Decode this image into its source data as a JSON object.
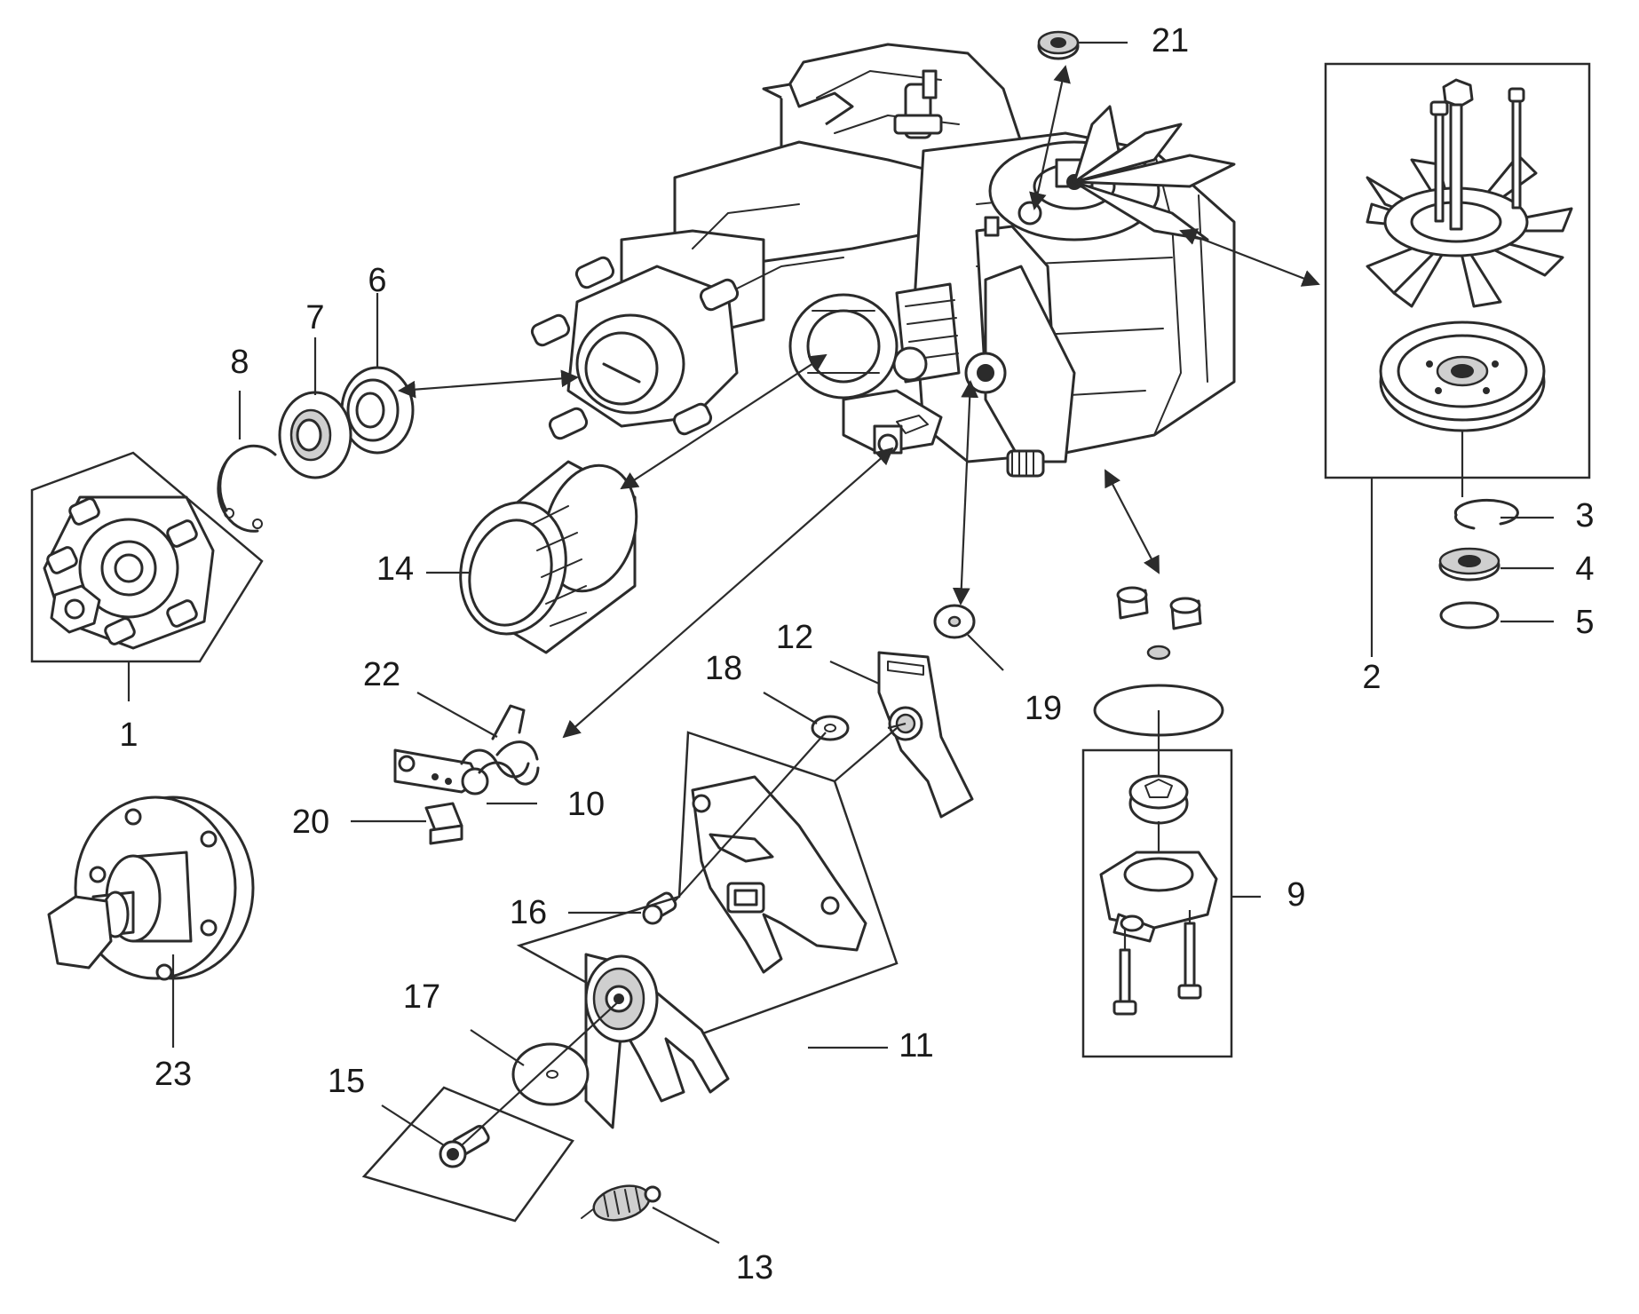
{
  "callouts": [
    {
      "id": "1",
      "label": "1"
    },
    {
      "id": "2",
      "label": "2"
    },
    {
      "id": "3",
      "label": "3"
    },
    {
      "id": "4",
      "label": "4"
    },
    {
      "id": "5",
      "label": "5"
    },
    {
      "id": "6",
      "label": "6"
    },
    {
      "id": "7",
      "label": "7"
    },
    {
      "id": "8",
      "label": "8"
    },
    {
      "id": "9",
      "label": "9"
    },
    {
      "id": "10",
      "label": "10"
    },
    {
      "id": "11",
      "label": "11"
    },
    {
      "id": "12",
      "label": "12"
    },
    {
      "id": "13",
      "label": "13"
    },
    {
      "id": "14",
      "label": "14"
    },
    {
      "id": "15",
      "label": "15"
    },
    {
      "id": "16",
      "label": "16"
    },
    {
      "id": "17",
      "label": "17"
    },
    {
      "id": "18",
      "label": "18"
    },
    {
      "id": "19",
      "label": "19"
    },
    {
      "id": "20",
      "label": "20"
    },
    {
      "id": "21",
      "label": "21"
    },
    {
      "id": "22",
      "label": "22"
    },
    {
      "id": "23",
      "label": "23"
    }
  ],
  "colors": {
    "ink": "#2b2b2b",
    "shade": "#cfcfcf",
    "background": "#ffffff"
  }
}
